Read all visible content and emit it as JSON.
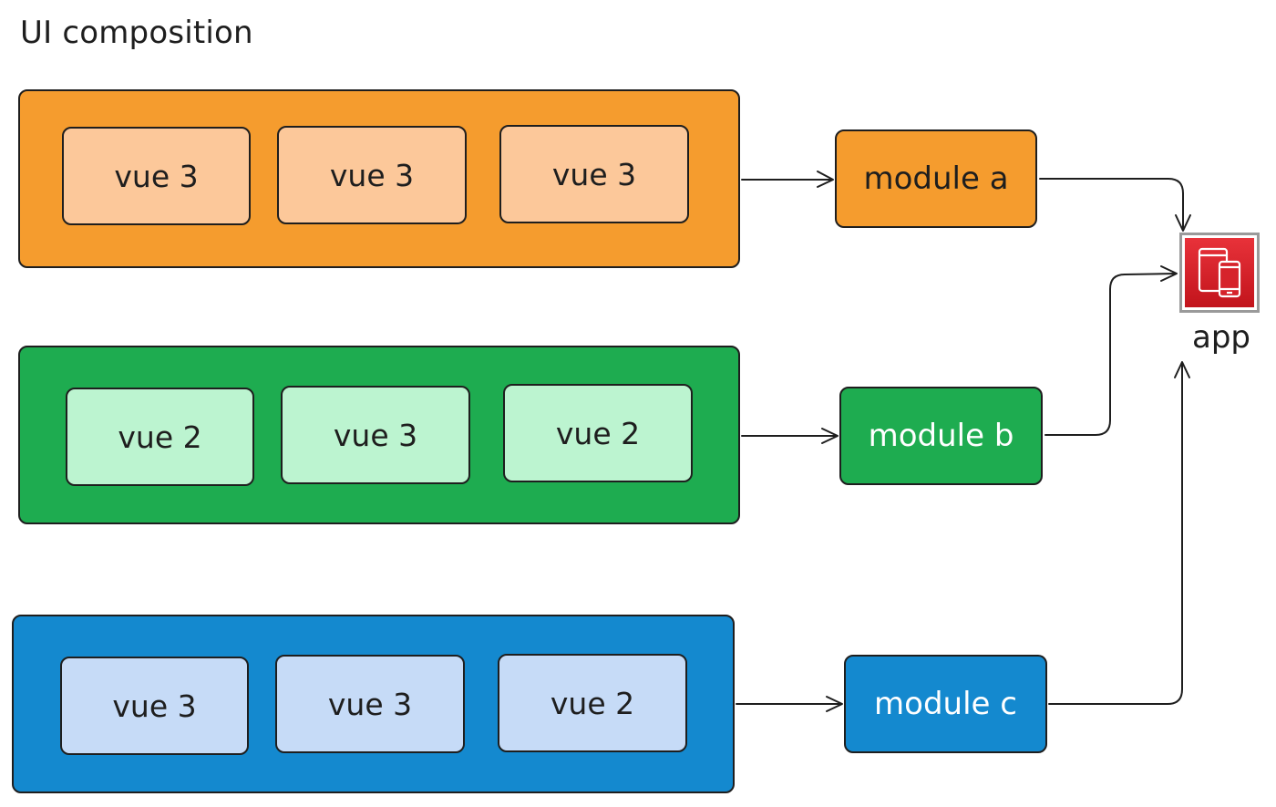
{
  "title": "UI composition",
  "colors": {
    "orange_group": "#f59c2e",
    "orange_card": "#fcc89a",
    "green_group": "#1eac50",
    "green_card": "#bcf4d0",
    "blue_group": "#1489cf",
    "blue_card": "#c6dbf7",
    "app_red": "#d6232b",
    "stroke": "#1e1e1e"
  },
  "rows": [
    {
      "cards": [
        "vue 3",
        "vue 3",
        "vue 3"
      ],
      "module": "module a"
    },
    {
      "cards": [
        "vue 2",
        "vue 3",
        "vue 2"
      ],
      "module": "module b"
    },
    {
      "cards": [
        "vue 3",
        "vue 3",
        "vue 2"
      ],
      "module": "module c"
    }
  ],
  "app": {
    "label": "app",
    "icon": "devices-icon"
  }
}
